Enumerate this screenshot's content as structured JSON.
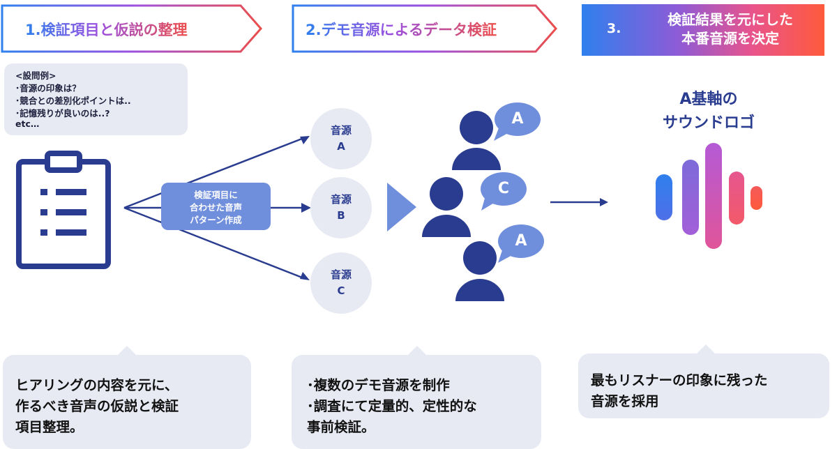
{
  "steps": {
    "step1": {
      "label": "1.検証項目と仮説の整理"
    },
    "step2": {
      "label": "2.デモ音源によるデータ検証"
    },
    "step3": {
      "number": "3.",
      "line1": "検証結果を元にした",
      "line2": "本番音源を決定"
    }
  },
  "example": {
    "title": "<設問例>",
    "items": [
      "･音源の印象は？",
      "･競合との差別化ポイントは..",
      "･記憶残りが良いのは..?"
    ],
    "etc": "etc…"
  },
  "pattern_box": {
    "line1": "検証項目に",
    "line2": "合わせた音声",
    "line3": "パターン作成"
  },
  "sources": [
    {
      "label": "音源",
      "letter": "A"
    },
    {
      "label": "音源",
      "letter": "B"
    },
    {
      "label": "音源",
      "letter": "C"
    }
  ],
  "speech_bubbles": [
    "A",
    "C",
    "A"
  ],
  "result": {
    "line1": "A基軸の",
    "line2": "サウンドロゴ"
  },
  "notes": {
    "note1": [
      "ヒアリングの内容を元に、",
      "作るべき音声の仮説と検証",
      "項目整理。"
    ],
    "note2": [
      "･複数のデモ音源を制作",
      "･調査にて定量的、定性的な",
      "事前検証。"
    ],
    "note3": [
      "最もリスナーの印象に残った",
      "音源を採用"
    ]
  },
  "colors": {
    "navy": "#2a3c8f",
    "accent_blue": "#6f8edc",
    "light_gray": "#e8eaf3",
    "gradient": [
      "#2f80ed",
      "#9b51e0",
      "#e8548c",
      "#ff5a3c"
    ]
  },
  "icons": [
    "clipboard-icon",
    "user-icon",
    "speech-bubble-icon",
    "sound-wave-icon",
    "arrow-icon",
    "triangle-arrow-icon"
  ]
}
